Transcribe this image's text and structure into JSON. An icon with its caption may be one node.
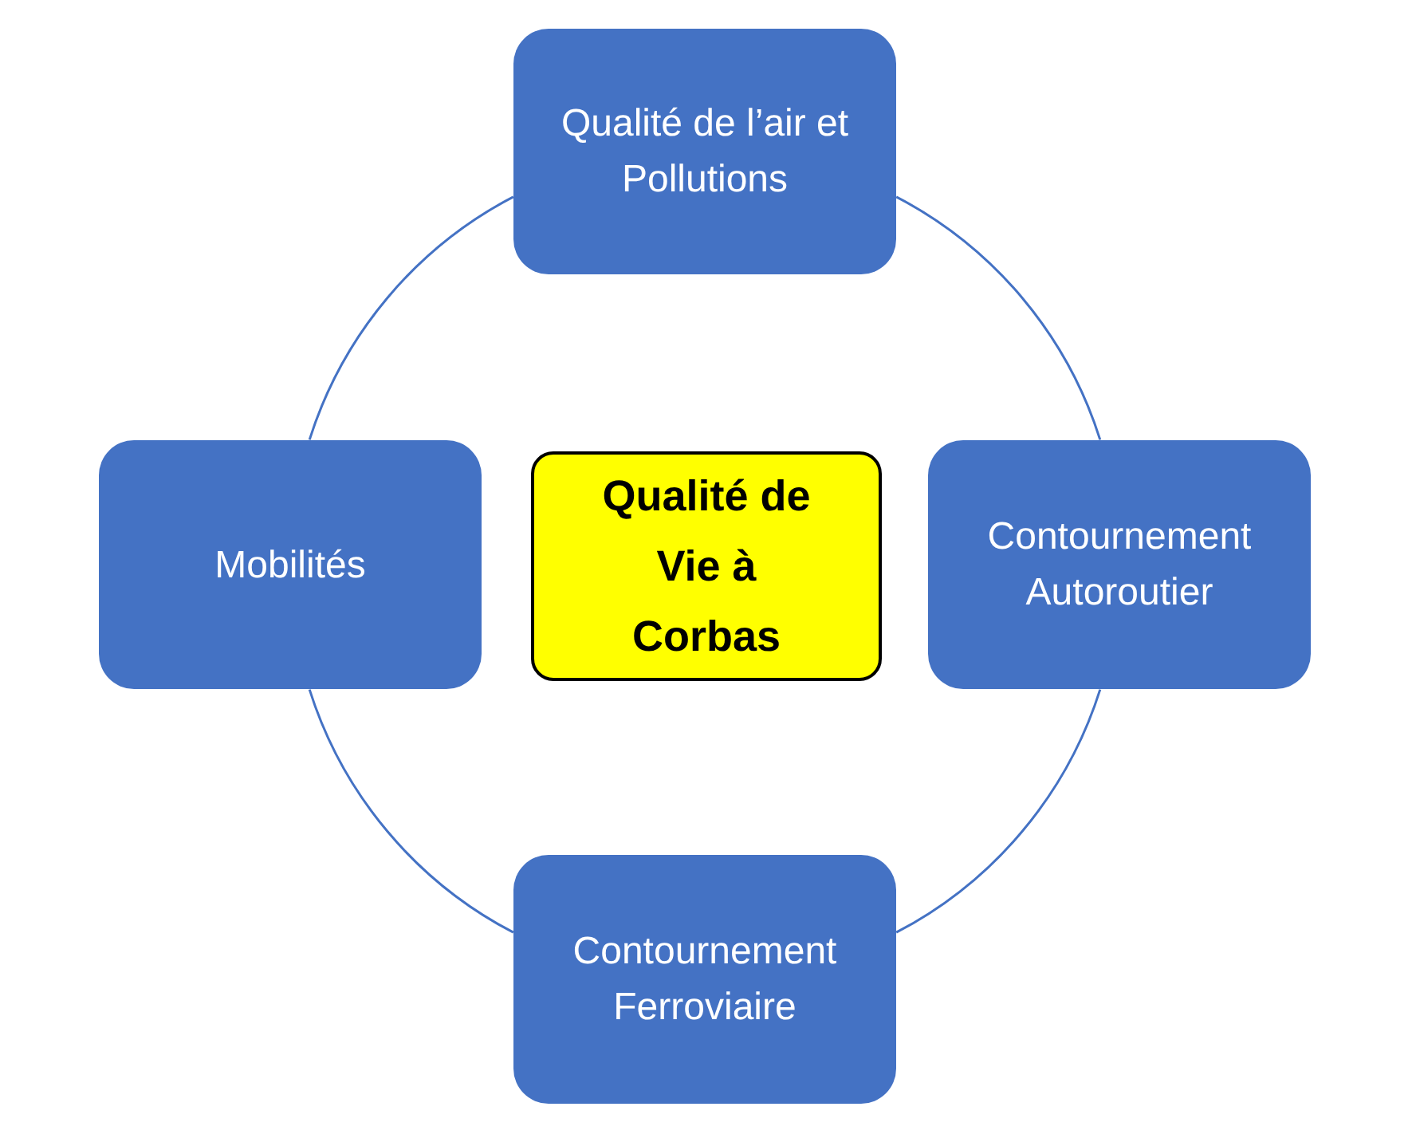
{
  "diagram": {
    "nodes": [
      {
        "text": [
          "Qualité de l’air et Pollutions"
        ]
      },
      {
        "text": [
          "Mobilités"
        ]
      },
      {
        "text": [
          "Qualité de Vie à Corbas"
        ]
      },
      {
        "text": [
          "Contournement Autoroutier"
        ]
      },
      {
        "text": [
          "Contournement Ferroviaire"
        ]
      }
    ],
    "edges": [
      {
        "from": 0,
        "to": 3,
        "arrow": "none"
      },
      {
        "from": 3,
        "to": 4,
        "arrow": "none"
      },
      {
        "from": 4,
        "to": 1,
        "arrow": "none"
      },
      {
        "from": 1,
        "to": 0,
        "arrow": "none"
      }
    ]
  }
}
